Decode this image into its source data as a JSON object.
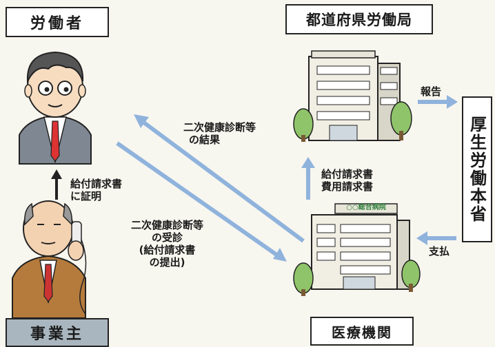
{
  "boxes": {
    "worker": "労働者",
    "prefectural_bureau": "都道府県労働局",
    "employer": "事業主",
    "medical_institution": "医療機関",
    "mhlw": "厚生労働本省"
  },
  "arrow_labels": {
    "secondary_checkup_result": [
      "二次健康診断等",
      "の結果"
    ],
    "secondary_checkup_visit": [
      "二次健康診断等",
      "の受診",
      "(給付請求書",
      "の提出)"
    ],
    "benefit_claim_certification": [
      "給付請求書",
      "に証明"
    ],
    "benefit_cost_claim": [
      "給付請求書",
      "費用請求書"
    ],
    "report": "報告",
    "payment": "支払"
  },
  "hospital_sign": "○○総合病院",
  "colors": {
    "arrow_blue": "#8fb3dc",
    "arrow_black": "#222222"
  }
}
